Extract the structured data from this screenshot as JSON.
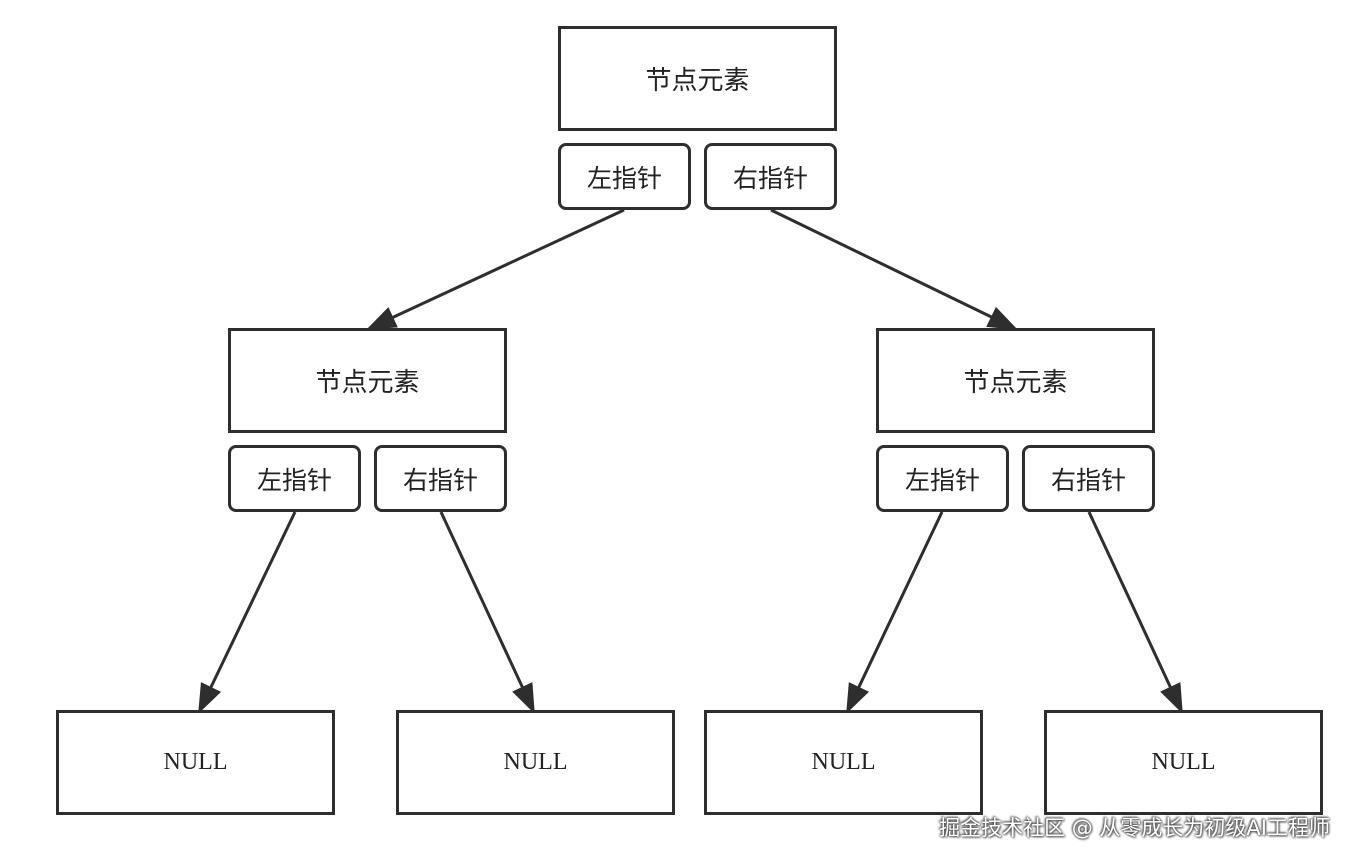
{
  "colors": {
    "stroke": "#2e2e2e",
    "background": "#ffffff"
  },
  "tree": {
    "root": {
      "element": "节点元素",
      "left_ptr": "左指针",
      "right_ptr": "右指针"
    },
    "left_child": {
      "element": "节点元素",
      "left_ptr": "左指针",
      "right_ptr": "右指针"
    },
    "right_child": {
      "element": "节点元素",
      "left_ptr": "左指针",
      "right_ptr": "右指针"
    },
    "leaves": [
      "NULL",
      "NULL",
      "NULL",
      "NULL"
    ]
  },
  "watermark": "掘金技术社区 @ 从零成长为初级AI工程师"
}
